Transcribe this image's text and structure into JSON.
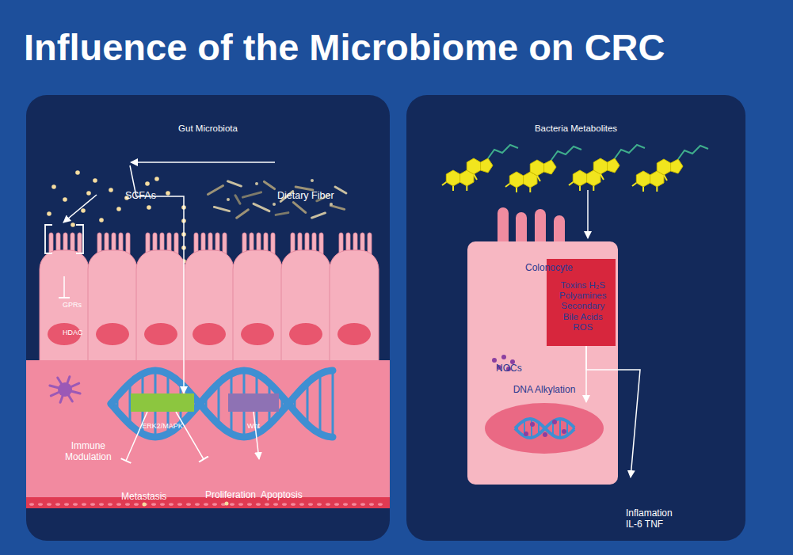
{
  "diagram": {
    "title": "Influence of the Microbiome on CRC",
    "nodes": [
      {
        "text": [
          "Gut Microbiota"
        ]
      },
      {
        "text": [
          "SCFAs"
        ],
        "in": 0
      },
      {
        "text": [
          "Dietary Fiber"
        ],
        "in": 0
      },
      {
        "text": [
          "GPRs"
        ],
        "in": 0
      },
      {
        "text": [
          "HDAC"
        ],
        "in": 0
      },
      {
        "text": [
          "ERK2/MAPK"
        ],
        "in": 0
      },
      {
        "text": [
          "Wnt"
        ],
        "in": 0
      },
      {
        "text": [
          "Metastasis"
        ],
        "in": 0
      },
      {
        "text": [
          "Proliferation"
        ],
        "in": 0
      },
      {
        "text": [
          "Apoptosis"
        ],
        "in": 0
      },
      {
        "text": [
          "Immune Modulation"
        ],
        "in": 0
      },
      {
        "text": [
          "Bacteria Metabolites"
        ]
      },
      {
        "text": [
          "Colonocyte"
        ],
        "in": 11
      },
      {
        "text": [
          "Toxins H₂S Polyamines Secondary Bile Acids ROS"
        ],
        "in": 12
      },
      {
        "text": [
          "NOCs"
        ],
        "in": 12
      },
      {
        "text": [
          "DNA Alkylation"
        ],
        "in": 12
      },
      {
        "text": [
          "Inflamation IL-6 TNF"
        ],
        "in": 11
      }
    ],
    "edges": [
      {
        "from": 2,
        "to": 1,
        "arrow": "to"
      },
      {
        "from": 1,
        "to": 5,
        "arrow": "to"
      },
      {
        "from": 3,
        "to": 4,
        "arrow": "to"
      },
      {
        "from": 5,
        "to": 7,
        "arrow": "to"
      },
      {
        "from": 5,
        "to": 8,
        "arrow": "to"
      },
      {
        "from": 6,
        "to": 9,
        "arrow": "to"
      },
      {
        "from": 13,
        "to": 15,
        "arrow": "to"
      },
      {
        "from": 13,
        "to": 16,
        "arrow": "to"
      }
    ]
  }
}
